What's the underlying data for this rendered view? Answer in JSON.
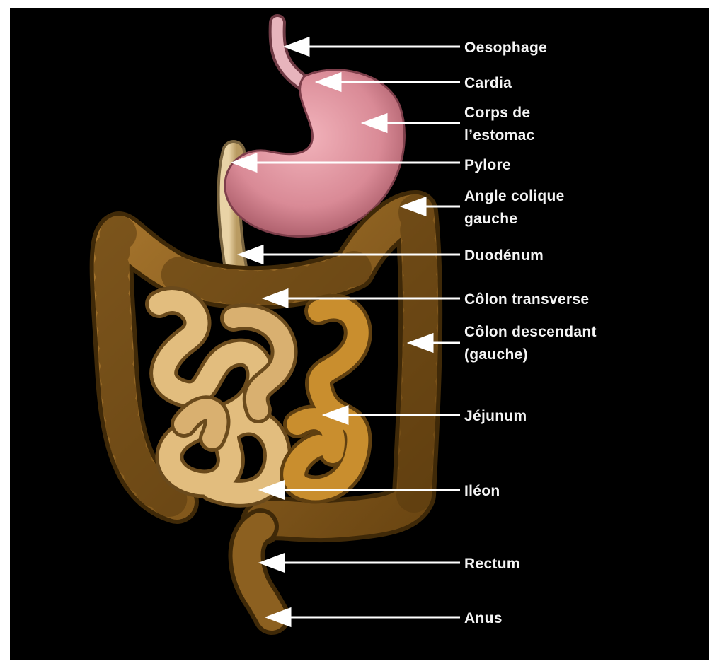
{
  "labels": {
    "oesophage": "Oesophage",
    "cardia": "Cardia",
    "corps_estomac_line1": "Corps de",
    "corps_estomac_line2": "l’estomac",
    "pylore": "Pylore",
    "angle_colique_line1": "Angle colique",
    "angle_colique_line2": "gauche",
    "duodenum": "Duodénum",
    "colon_transverse": "Côlon transverse",
    "colon_descendant_line1": "Côlon descendant",
    "colon_descendant_line2": "(gauche)",
    "jejunum": "Jéjunum",
    "ileon": "Iléon",
    "rectum": "Rectum",
    "anus": "Anus"
  },
  "colors": {
    "background": "#000000",
    "label_text": "#f4f4f4",
    "arrow": "#ffffff",
    "stomach": "#d98a96",
    "colon": "#8c5d1e",
    "small_intestine_light": "#e2bd7e",
    "small_intestine_dark": "#c98e2e"
  }
}
